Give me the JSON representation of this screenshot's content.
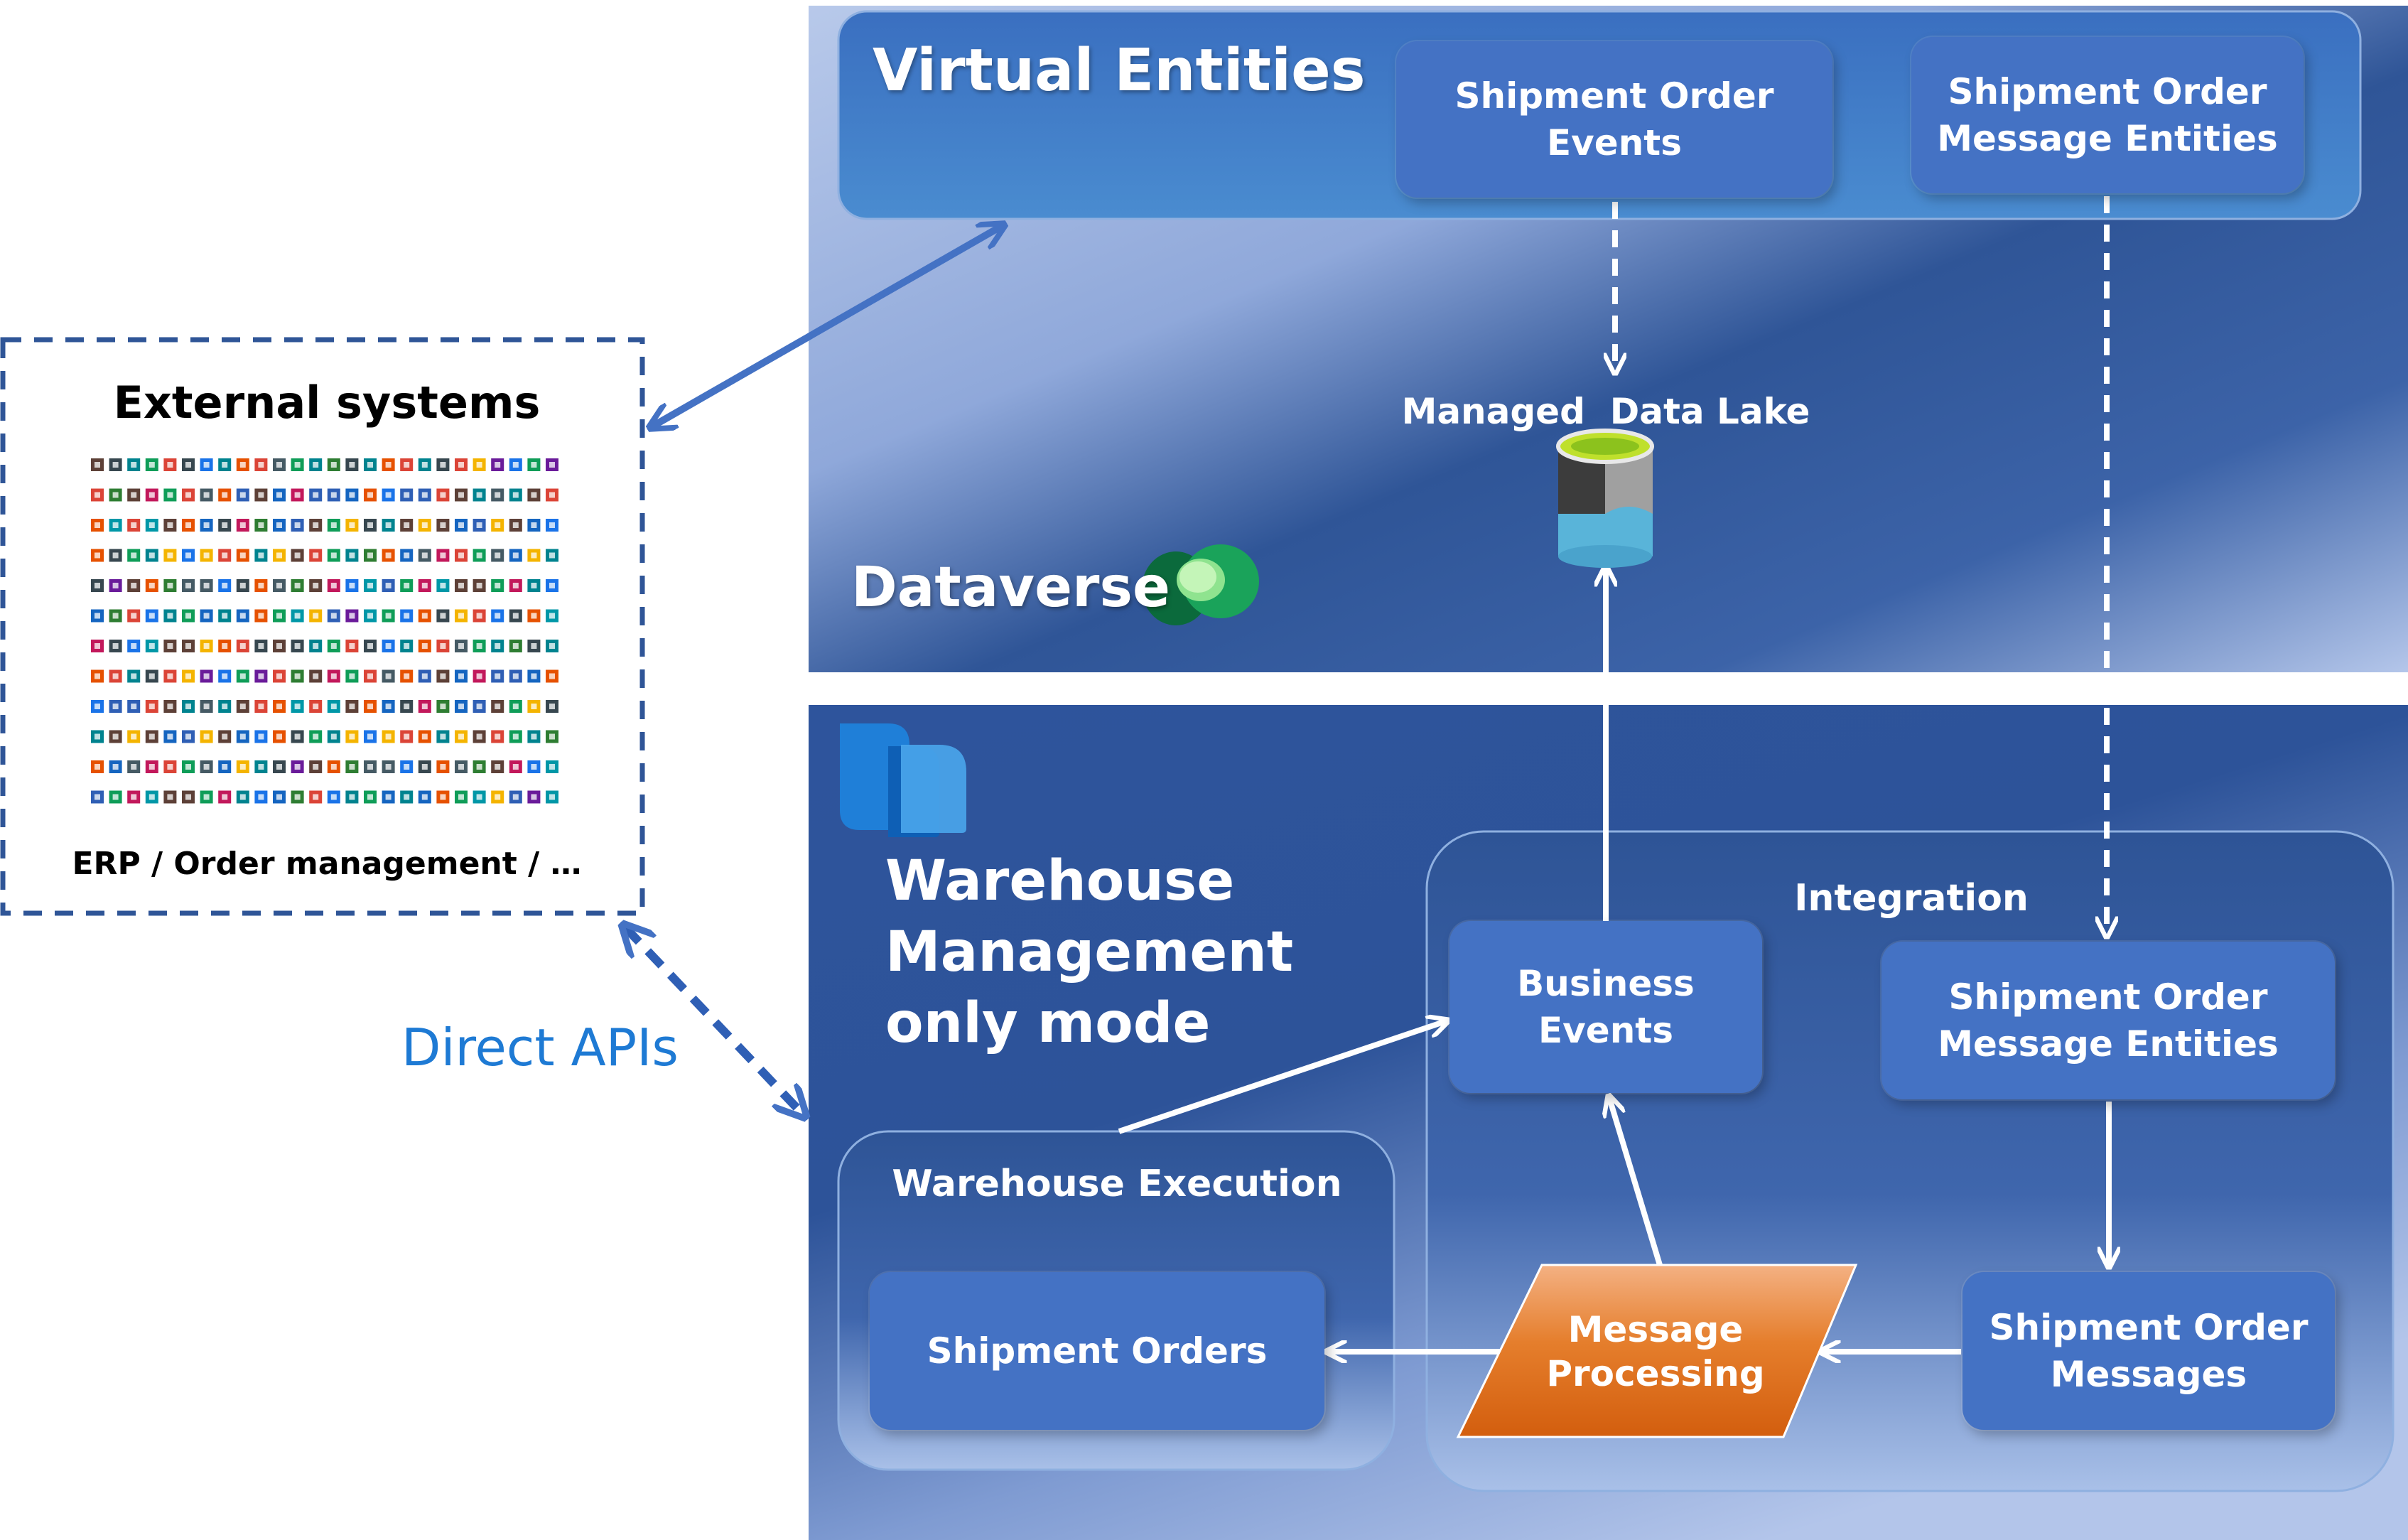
{
  "external": {
    "title": "External systems",
    "caption": "ERP / Order management / …"
  },
  "direct_apis": "Direct APIs",
  "dataverse": {
    "label": "Dataverse",
    "virtual_entities": {
      "title": "Virtual Entities",
      "shipment_order_events": "Shipment Order\nEvents",
      "shipment_order_message_entities": "Shipment Order\nMessage Entities"
    },
    "managed_data_lake": "Managed  Data Lake"
  },
  "wms": {
    "title": "Warehouse\nManagement\nonly mode",
    "integration": {
      "title": "Integration",
      "business_events": "Business\nEvents",
      "shipment_order_message_entities": "Shipment Order\nMessage Entities",
      "message_processing": "Message\nProcessing",
      "shipment_order_messages": "Shipment Order\nMessages"
    },
    "execution": {
      "title": "Warehouse Execution",
      "shipment_orders": "Shipment Orders"
    }
  },
  "colors": {
    "box_blue": "#4472c4",
    "arrow_blue": "#4472c4",
    "api_text": "#1e7ad4",
    "message_orange": "#e2711d"
  }
}
